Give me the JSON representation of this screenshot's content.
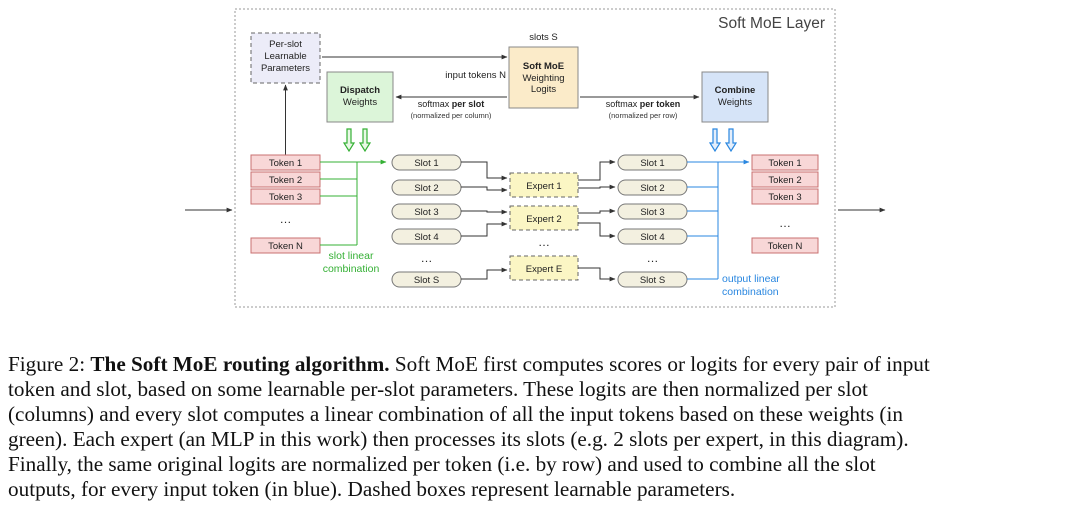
{
  "figure": {
    "panel_title": "Soft MoE Layer",
    "params_box": [
      "Per-slot",
      "Learnable",
      "Parameters"
    ],
    "slots_label": "slots S",
    "input_tokens_label": "input tokens N",
    "logits_box": {
      "title": "Soft MoE",
      "line1": "Weighting",
      "line2": "Logits"
    },
    "dispatch_box": {
      "title": "Dispatch",
      "line1": "Weights"
    },
    "combine_box": {
      "title": "Combine",
      "line1": "Weights"
    },
    "softmax_slot": {
      "prefix": "softmax ",
      "bold": "per slot",
      "note": "(normalized per column)"
    },
    "softmax_token": {
      "prefix": "softmax ",
      "bold": "per token",
      "note": "(normalized per row)"
    },
    "input_tokens": [
      "Token 1",
      "Token 2",
      "Token 3",
      "Token N"
    ],
    "output_tokens": [
      "Token 1",
      "Token 2",
      "Token 3",
      "Token N"
    ],
    "dispatch_slots": [
      "Slot 1",
      "Slot 2",
      "Slot 3",
      "Slot 4",
      "Slot S"
    ],
    "combine_slots": [
      "Slot 1",
      "Slot 2",
      "Slot 3",
      "Slot 4",
      "Slot S"
    ],
    "experts": [
      "Expert 1",
      "Expert 2",
      "Expert E"
    ],
    "ellipsis": "…",
    "dispatch_combo_label": [
      "slot linear",
      "combination"
    ],
    "combine_combo_label": [
      "output linear",
      "combination"
    ],
    "colors": {
      "token_fill": "#f8d7d7",
      "token_stroke": "#c97070",
      "slot_fill": "#f3f0e0",
      "expert_fill": "#fbf6c4",
      "logits_fill": "#fbebc9",
      "dispatch_fill": "#dcf5d9",
      "combine_fill": "#d6e4f8",
      "params_fill": "#ececf8",
      "green": "#35b035",
      "blue": "#2a87e0"
    }
  },
  "caption": {
    "line1_label": "Figure 2: ",
    "line1_bold": "The Soft MoE routing algorithm.",
    "line1_rest": " Soft MoE first computes scores or logits for every pair of input",
    "line2": "token and slot, based on some learnable per-slot parameters.  These logits are then normalized per slot",
    "line3": "(columns) and every slot computes a linear combination of all the input tokens based on these weights (in",
    "line4": "green). Each expert (an MLP in this work) then processes its slots (e.g. 2 slots per expert, in this diagram).",
    "line5": "Finally, the same original logits are normalized per token (i.e. by row) and used to combine all the slot",
    "line6": "outputs, for every input token (in blue). Dashed boxes represent learnable parameters."
  }
}
